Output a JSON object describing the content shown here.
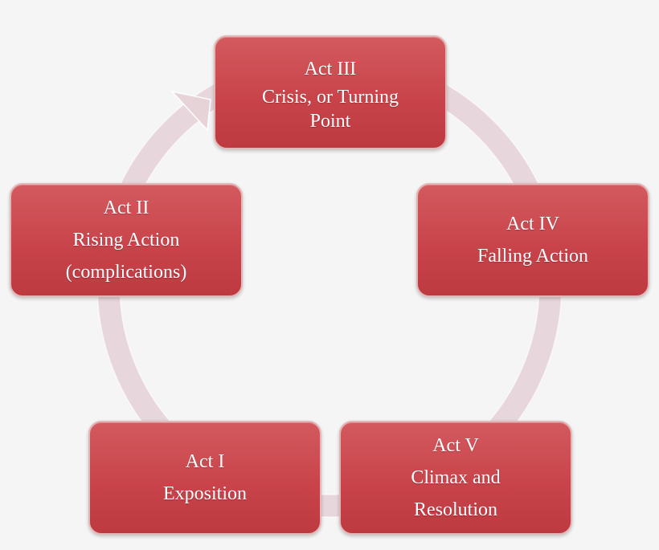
{
  "diagram": {
    "stages": [
      {
        "act": "Act III",
        "lines": [
          "Crisis, or Turning",
          "Point"
        ]
      },
      {
        "act": "Act IV",
        "lines": [
          "Falling Action"
        ]
      },
      {
        "act": "Act V",
        "lines": [
          "Climax and",
          "Resolution"
        ]
      },
      {
        "act": "Act I",
        "lines": [
          "Exposition"
        ]
      },
      {
        "act": "Act II",
        "lines": [
          "Rising Action",
          "(complications)"
        ]
      }
    ]
  },
  "colors": {
    "background": "#f5f5f5",
    "box_fill": "#c8444a",
    "box_border": "#e3b7b8",
    "cycle_arrow": "#e8d0d6"
  }
}
